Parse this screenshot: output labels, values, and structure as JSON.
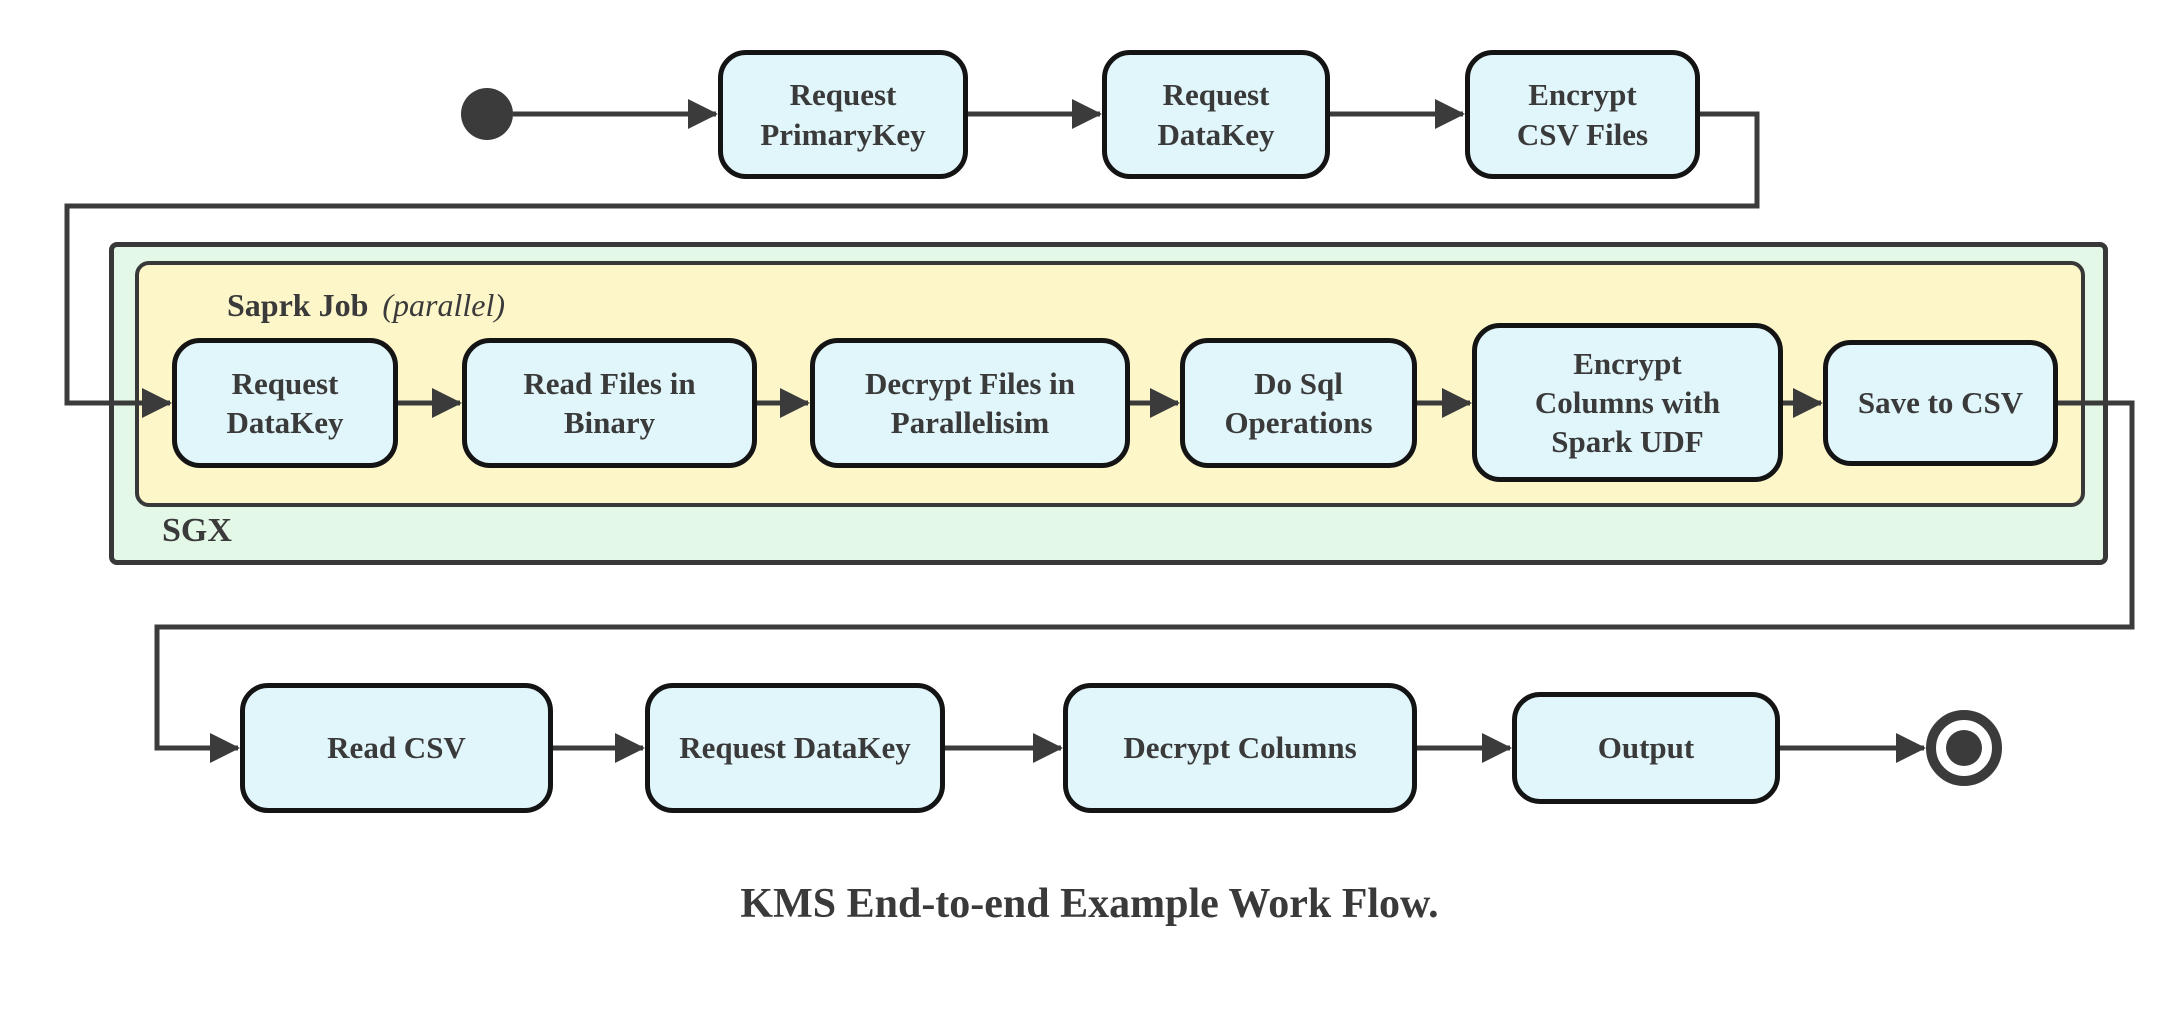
{
  "colors": {
    "node_fill": "#e1f6fb",
    "node_border": "#141414",
    "container_sgx_fill": "#e4f8e7",
    "container_spark_fill": "#fdf6c9",
    "container_border": "#383838",
    "connector": "#3b3b3b",
    "text": "#3a3a3a",
    "background": "#ffffff"
  },
  "diagram": {
    "caption": "KMS End-to-end Example Work Flow.",
    "containers": {
      "sgx": {
        "label": "SGX"
      },
      "spark_job": {
        "label": "Saprk Job",
        "qualifier": "(parallel)"
      }
    },
    "top_row": [
      {
        "label": "Request\nPrimaryKey"
      },
      {
        "label": "Request\nDataKey"
      },
      {
        "label": "Encrypt\nCSV Files"
      }
    ],
    "spark_row": [
      {
        "label": "Request\nDataKey"
      },
      {
        "label": "Read Files in\nBinary"
      },
      {
        "label": "Decrypt Files in\nParallelisim"
      },
      {
        "label": "Do Sql\nOperations"
      },
      {
        "label": "Encrypt\nColumns with\nSpark UDF"
      },
      {
        "label": "Save to CSV"
      }
    ],
    "bottom_row": [
      {
        "label": "Read CSV"
      },
      {
        "label": "Request DataKey"
      },
      {
        "label": "Decrypt Columns"
      },
      {
        "label": "Output"
      }
    ]
  }
}
